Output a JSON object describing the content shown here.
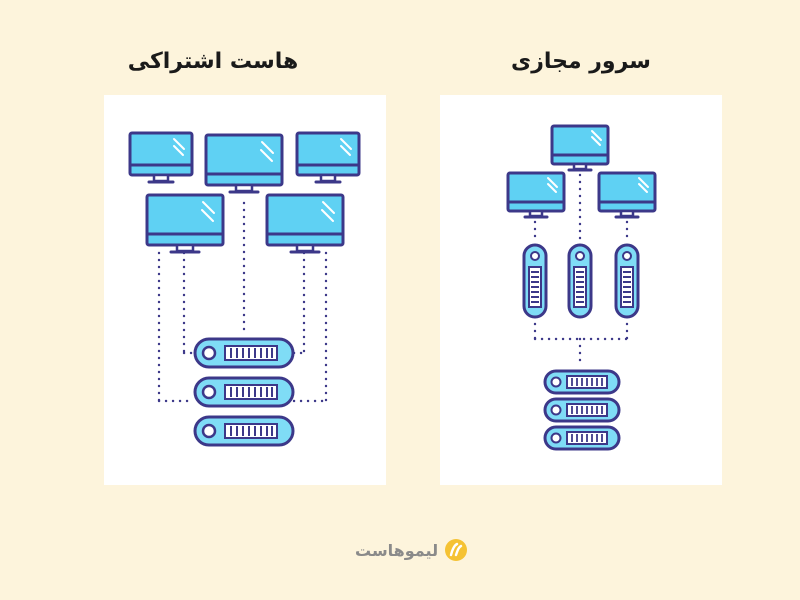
{
  "panels": {
    "shared_hosting": {
      "title": "هاست اشتراکی"
    },
    "vps": {
      "title": "سرور مجازی"
    }
  },
  "footer": {
    "brand": "لیموهاست"
  },
  "colors": {
    "background": "#fdf4dc",
    "panel": "#ffffff",
    "outline": "#3c3889",
    "screen": "#5fd1f3",
    "server_fill": "#7fdcf6",
    "logo": "#f5c233"
  }
}
